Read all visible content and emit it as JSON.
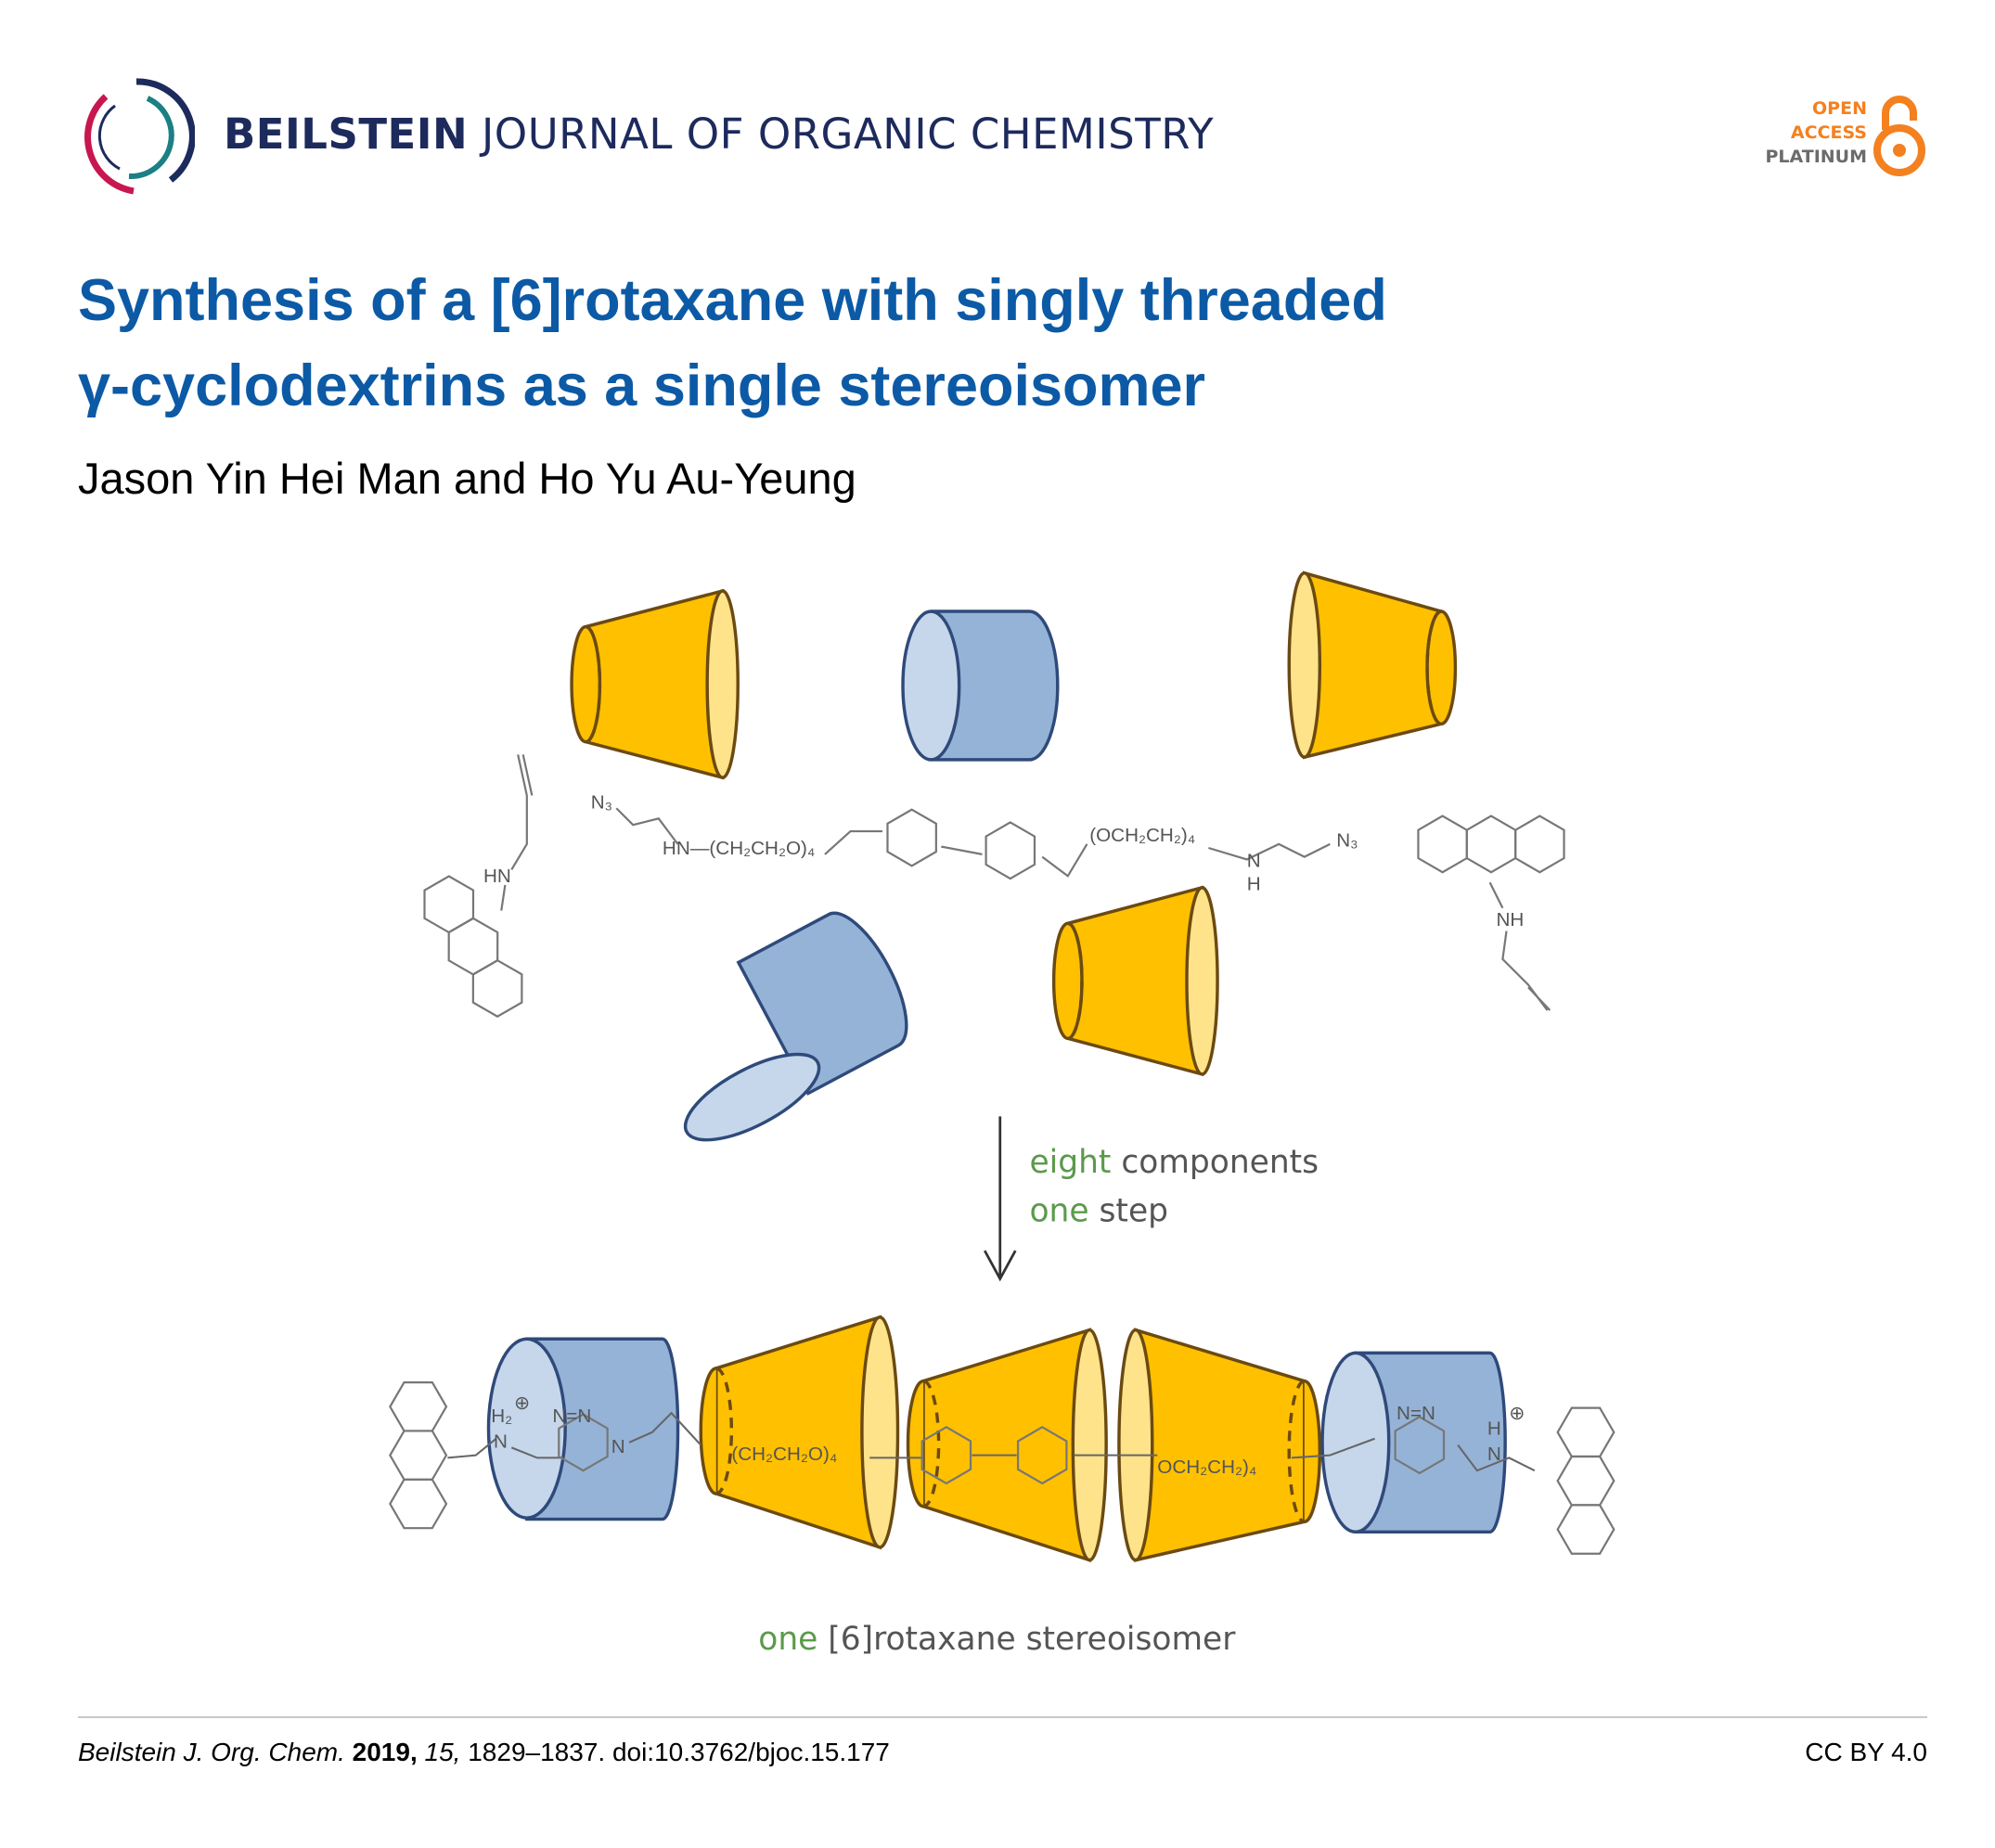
{
  "header": {
    "journal_bold": "BEILSTEIN",
    "journal_rest": "JOURNAL OF ORGANIC CHEMISTRY",
    "badge": {
      "line1": "OPEN",
      "line2": "ACCESS",
      "line3": "PLATINUM"
    }
  },
  "article": {
    "title_line1": "Synthesis of a [6]rotaxane with singly threaded",
    "title_line2": "γ-cyclodextrins as a single stereoisomer",
    "authors": "Jason Yin Hei Man and Ho Yu Au-Yeung"
  },
  "figure": {
    "reaction_label_1_green": "eight",
    "reaction_label_1_rest": " components",
    "reaction_label_2_green": "one",
    "reaction_label_2_rest": " step",
    "product_label_green": "one",
    "product_label_rest": " [6]rotaxane stereoisomer",
    "chem_labels": {
      "n3": "N₃",
      "hn_peg": "HN—(CH₂CH₂O)₄",
      "peg_right": "(OCH₂CH₂)₄",
      "n": "N",
      "h": "H",
      "hn": "HN",
      "nh": "NH",
      "triazole": "N=N",
      "peg_left_product": "(CH₂CH₂O)₄",
      "peg_right_product": "OCH₂CH₂)₄",
      "h2": "H₂",
      "plus": "⊕"
    },
    "colors": {
      "gold": "#FFC000",
      "gold_face": "#FFE38A",
      "blue": "#95B3D7",
      "blue_face": "#C6D7EC"
    }
  },
  "footer": {
    "journal_abbr": "Beilstein J. Org. Chem.",
    "year": "2019,",
    "volume": "15,",
    "pages_doi": "1829–1837. doi:10.3762/bjoc.15.177",
    "license": "CC BY 4.0"
  }
}
